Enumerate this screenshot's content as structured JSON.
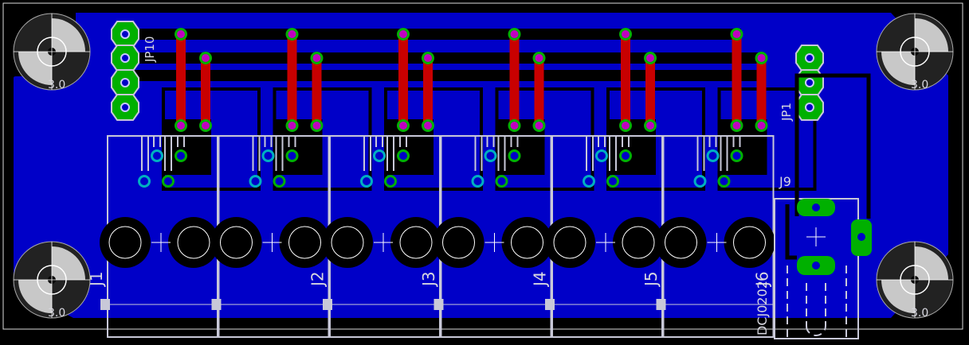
{
  "board": {
    "colors": {
      "background": "#000000",
      "copper_bottom": "#0000c8",
      "copper_top": "#c80000",
      "via": "#c000c0",
      "pad": "#00b000",
      "pad_cyan": "#00b0c0",
      "silkscreen": "#c8c8d8"
    },
    "header_labels": {
      "jp10": "JP10",
      "jp1": "JP1"
    },
    "module_labels": [
      "J1",
      "J2",
      "J3",
      "J4",
      "J5",
      "J6"
    ],
    "power_jack": {
      "label": "J9",
      "part": "DCJ0202"
    },
    "mounting_hole_label": "3.0"
  }
}
